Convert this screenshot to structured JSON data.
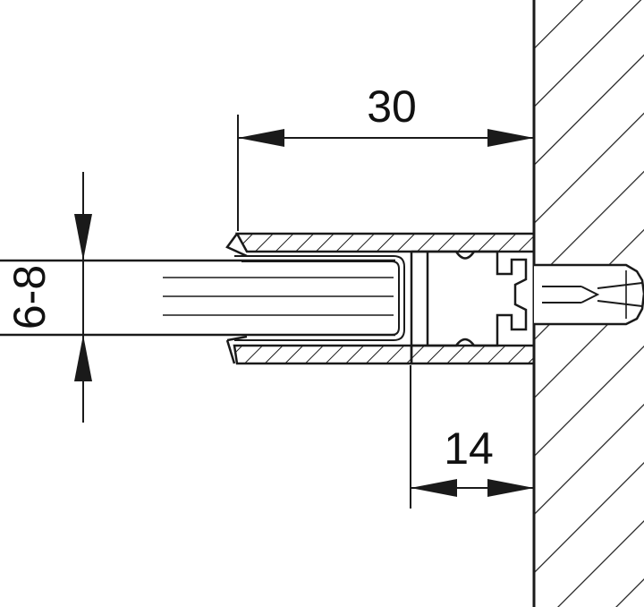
{
  "dimensions": {
    "overall_depth": "30",
    "wall_offset": "14",
    "glass_thickness": "6-8"
  },
  "colors": {
    "line": "#1a1a1a",
    "background": "#ffffff"
  }
}
